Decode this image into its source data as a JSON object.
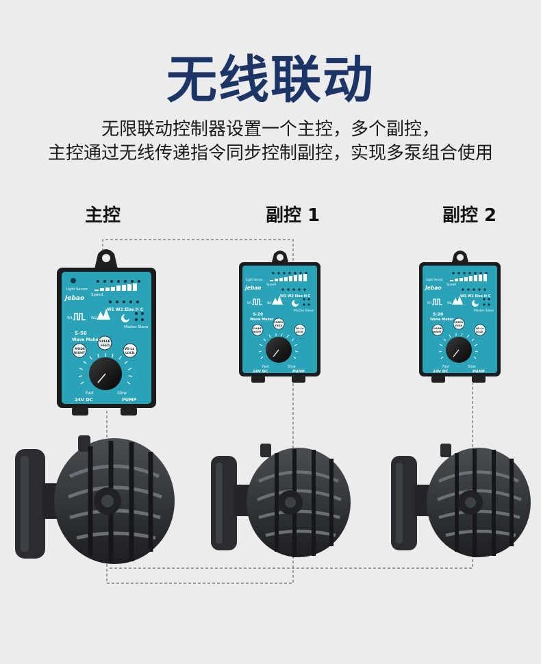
{
  "header": {
    "title": "无线联动",
    "subtitle_line1": "无限联动控制器设置一个主控，多个副控，",
    "subtitle_line2": "主控通过无线传递指令同步控制副控，实现多泵组合使用"
  },
  "units": [
    {
      "label": "主控",
      "controller": {
        "brand": "Jebao",
        "model": "S-50",
        "product": "Wave Maker",
        "light_sensor": "Light Sensor",
        "speed": "Speed",
        "modes_row": "W1 W2 Else H C",
        "w1": "W1",
        "w2": "W2",
        "master_slave": "Master Slave",
        "btn_mode": "MODE",
        "btn_mode_sub": "NIGHT",
        "btn_speed": "SPEED",
        "btn_speed_sub": "FEED",
        "btn_wifi": "Wi-La",
        "btn_wifi_sub": "LOCK",
        "fast": "Fast",
        "slow": "Slow",
        "power": "24V DC",
        "pump": "PUMP"
      }
    },
    {
      "label": "副控 1",
      "controller": {
        "brand": "Jebao",
        "model": "S-20",
        "product": "Wave Maker",
        "light_sensor": "Light Sensor",
        "speed": "Speed",
        "modes_row": "W1 W2 Else H C",
        "w1": "W1",
        "w2": "W2",
        "master_slave": "Master Slave",
        "btn_mode": "MODE",
        "btn_mode_sub": "NIGHT",
        "btn_speed": "SPEED",
        "btn_speed_sub": "FEED",
        "btn_wifi": "Wi-La",
        "btn_wifi_sub": "LOCK",
        "fast": "Fast",
        "slow": "Slow",
        "power": "24V DC",
        "pump": "PUMP"
      }
    },
    {
      "label": "副控 2",
      "controller": {
        "brand": "Jebao",
        "model": "S-20",
        "product": "Wave Maker",
        "light_sensor": "Light Sensor",
        "speed": "Speed",
        "modes_row": "W1 W2 Else H C",
        "w1": "W1",
        "w2": "W2",
        "master_slave": "Master Slave",
        "btn_mode": "MODE",
        "btn_mode_sub": "NIGHT",
        "btn_speed": "SPEED",
        "btn_speed_sub": "FEED",
        "btn_wifi": "Wi-La",
        "btn_wifi_sub": "LOCK",
        "fast": "Fast",
        "slow": "Slow",
        "power": "24V DC",
        "pump": "PUMP"
      }
    }
  ],
  "colors": {
    "background": "#ececec",
    "title": "#1c3566",
    "controller_body": "#2aa3b8",
    "controller_frame": "#1a1c1e",
    "pump": "#2b2d30",
    "dashed_line": "#6a6a6a"
  }
}
